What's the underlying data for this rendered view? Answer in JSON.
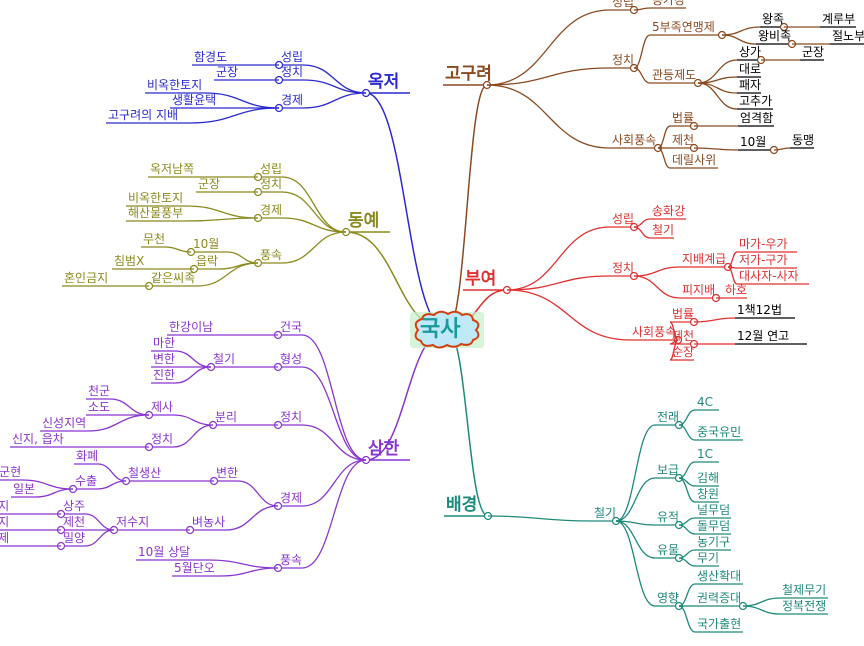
{
  "title": "국사",
  "colors": {
    "okjeo": "#2a2ad0",
    "dongye": "#8a8a1e",
    "samhan": "#8a35d0",
    "goguryeo": "#8a4a20",
    "buyeo": "#e03030",
    "baegyeong": "#1e8a7a",
    "leaf_dark": "#000000"
  },
  "branches": [
    {
      "name": "옥저",
      "children": [
        {
          "name": "성립",
          "children": [
            {
              "name": "함경도"
            }
          ]
        },
        {
          "name": "정치",
          "children": [
            {
              "name": "군장"
            }
          ]
        },
        {
          "name": "경제",
          "children": [
            {
              "name": "비옥한토지"
            },
            {
              "name": "생활윤택"
            },
            {
              "name": "고구려의 지배"
            }
          ]
        }
      ]
    },
    {
      "name": "동예",
      "children": [
        {
          "name": "성립",
          "children": [
            {
              "name": "옥저남쪽"
            }
          ]
        },
        {
          "name": "정치",
          "children": [
            {
              "name": "군장"
            }
          ]
        },
        {
          "name": "경제",
          "children": [
            {
              "name": "비옥한토지"
            },
            {
              "name": "해산물풍부"
            }
          ]
        },
        {
          "name": "풍속",
          "children": [
            {
              "name": "10월",
              "children": [
                {
                  "name": "무천"
                }
              ]
            },
            {
              "name": "읍락",
              "children": [
                {
                  "name": "침범X"
                }
              ]
            },
            {
              "name": "같은씨족",
              "children": [
                {
                  "name": "혼인금지"
                }
              ]
            }
          ]
        }
      ]
    },
    {
      "name": "삼한",
      "children": [
        {
          "name": "건국",
          "children": [
            {
              "name": "한강이남"
            }
          ]
        },
        {
          "name": "형성",
          "children": [
            {
              "name": "철기",
              "children": [
                {
                  "name": "마한"
                },
                {
                  "name": "변한"
                },
                {
                  "name": "진한"
                }
              ]
            }
          ]
        },
        {
          "name": "정치",
          "children": [
            {
              "name": "분리",
              "children": [
                {
                  "name": "제사",
                  "children": [
                    {
                      "name": "천군"
                    },
                    {
                      "name": "소도"
                    },
                    {
                      "name": "신성지역"
                    }
                  ]
                },
                {
                  "name": "정치",
                  "children": [
                    {
                      "name": "신지, 읍차"
                    }
                  ]
                }
              ]
            }
          ]
        },
        {
          "name": "경제",
          "children": [
            {
              "name": "변한",
              "children": [
                {
                  "name": "철생산",
                  "children": [
                    {
                      "name": "화폐"
                    },
                    {
                      "name": "수출",
                      "children": [
                        {
                          "name": "한군현"
                        },
                        {
                          "name": "일본"
                        }
                      ]
                    }
                  ]
                }
              ]
            },
            {
              "name": "벼농사",
              "children": [
                {
                  "name": "저수지",
                  "children": [
                    {
                      "name": "상주",
                      "children": [
                        {
                          "name": "공검지"
                        }
                      ]
                    },
                    {
                      "name": "제천",
                      "children": [
                        {
                          "name": "의림지"
                        }
                      ]
                    },
                    {
                      "name": "밀양",
                      "children": [
                        {
                          "name": "수산제"
                        }
                      ]
                    }
                  ]
                }
              ]
            }
          ]
        },
        {
          "name": "풍속",
          "children": [
            {
              "name": "10월 상달"
            },
            {
              "name": "5월단오"
            }
          ]
        }
      ]
    },
    {
      "name": "고구려",
      "children": [
        {
          "name": "성립",
          "children": [
            {
              "name": "동가강"
            }
          ]
        },
        {
          "name": "정치",
          "children": [
            {
              "name": "5부족연맹제",
              "children": [
                {
                  "name": "왕족",
                  "children": [
                    {
                      "name": "계루부"
                    }
                  ]
                },
                {
                  "name": "왕비족",
                  "children": [
                    {
                      "name": "절노부"
                    }
                  ]
                }
              ]
            },
            {
              "name": "관등제도",
              "children": [
                {
                  "name": "상가",
                  "children": [
                    {
                      "name": "군장"
                    }
                  ]
                },
                {
                  "name": "대로"
                },
                {
                  "name": "패자"
                },
                {
                  "name": "고추가"
                }
              ]
            }
          ]
        },
        {
          "name": "사회풍속",
          "children": [
            {
              "name": "법률",
              "children": [
                {
                  "name": "엄격함"
                }
              ]
            },
            {
              "name": "제천",
              "children": [
                {
                  "name": "10월",
                  "children": [
                    {
                      "name": "동맹"
                    }
                  ]
                }
              ]
            },
            {
              "name": "데릴사위"
            }
          ]
        }
      ]
    },
    {
      "name": "부여",
      "children": [
        {
          "name": "성립",
          "children": [
            {
              "name": "송화강"
            },
            {
              "name": "철기"
            }
          ]
        },
        {
          "name": "정치",
          "children": [
            {
              "name": "지배계급",
              "children": [
                {
                  "name": "마가-우가"
                },
                {
                  "name": "저가-구가"
                },
                {
                  "name": "대사자-사자"
                }
              ]
            },
            {
              "name": "피지배",
              "children": [
                {
                  "name": "하호"
                }
              ]
            }
          ]
        },
        {
          "name": "사회풍속",
          "children": [
            {
              "name": "법률",
              "children": [
                {
                  "name": "1책12법"
                }
              ]
            },
            {
              "name": "제천",
              "children": [
                {
                  "name": "12월 연고"
                }
              ]
            },
            {
              "name": "순장"
            }
          ]
        }
      ]
    },
    {
      "name": "배경",
      "children": [
        {
          "name": "철기",
          "children": [
            {
              "name": "전래",
              "children": [
                {
                  "name": "4C"
                },
                {
                  "name": "중국유민"
                }
              ]
            },
            {
              "name": "보급",
              "children": [
                {
                  "name": "1C"
                },
                {
                  "name": "김해"
                },
                {
                  "name": "창원"
                }
              ]
            },
            {
              "name": "유적",
              "children": [
                {
                  "name": "널무덤"
                },
                {
                  "name": "돌무덤"
                }
              ]
            },
            {
              "name": "유물",
              "children": [
                {
                  "name": "농기구"
                },
                {
                  "name": "무기"
                }
              ]
            },
            {
              "name": "영향",
              "children": [
                {
                  "name": "생산확대"
                },
                {
                  "name": "권력증대",
                  "children": [
                    {
                      "name": "철제무기"
                    },
                    {
                      "name": "정복전쟁"
                    }
                  ]
                },
                {
                  "name": "국가출현"
                }
              ]
            }
          ]
        }
      ]
    }
  ]
}
